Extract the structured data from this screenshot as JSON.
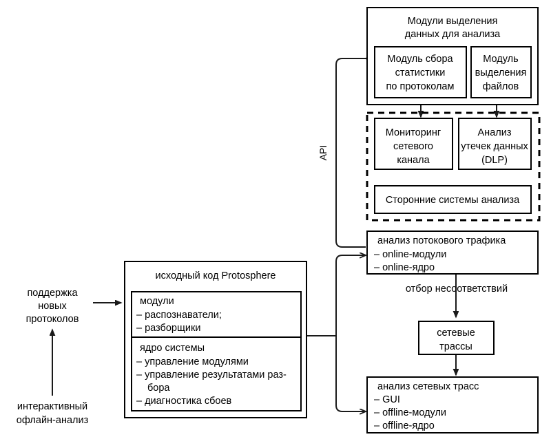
{
  "diagram": {
    "title": "Protosphere architecture data flow diagram",
    "language": "ru",
    "colors": {
      "background": "#ffffff",
      "stroke": "#000000",
      "connector": "#1a1a1a"
    }
  },
  "extraction_modules": {
    "title_line1": "Модули выделения",
    "title_line2": "данных для анализа",
    "boxes": [
      {
        "id": "stats-collection",
        "lines": [
          "Модуль сбора",
          "статистики",
          "по протоколам"
        ]
      },
      {
        "id": "file-extraction",
        "lines": [
          "Модуль",
          "выделения",
          "файлов"
        ]
      }
    ]
  },
  "third_party_group": {
    "boxes": [
      {
        "id": "network-monitoring",
        "lines": [
          "Мониторинг",
          "сетевого",
          "канала"
        ]
      },
      {
        "id": "dlp-analysis",
        "lines": [
          "Анализ",
          "утечек данных",
          "(DLP)"
        ]
      },
      {
        "id": "third-party-systems",
        "lines": [
          "Сторонние системы анализа"
        ]
      }
    ]
  },
  "api": {
    "label": "API"
  },
  "stream_traffic": {
    "title": "анализ потокового трафика",
    "items": [
      "– online-модули",
      "– online-ядро"
    ]
  },
  "mismatch_label": {
    "text": "отбор несоответствий"
  },
  "network_traces": {
    "lines": [
      "сетевые",
      "трассы"
    ]
  },
  "trace_analysis": {
    "title": "анализ сетевых трасс",
    "items": [
      "– GUI",
      "– offline-модули",
      "– offline-ядро"
    ]
  },
  "source_code": {
    "title": "исходный код Protosphere",
    "modules": {
      "title": "модули",
      "items": [
        "– распознаватели;",
        "– разборщики"
      ]
    },
    "kernel": {
      "title": "ядро системы",
      "items": [
        "– управление модулями",
        "– управление результатами раз-",
        "бора",
        "– диагностика сбоев"
      ]
    }
  },
  "left_inputs": {
    "new_protocols": [
      "поддержка",
      "новых",
      "протоколов"
    ],
    "offline_analysis": [
      "интерактивный",
      "офлайн-анализ"
    ]
  }
}
